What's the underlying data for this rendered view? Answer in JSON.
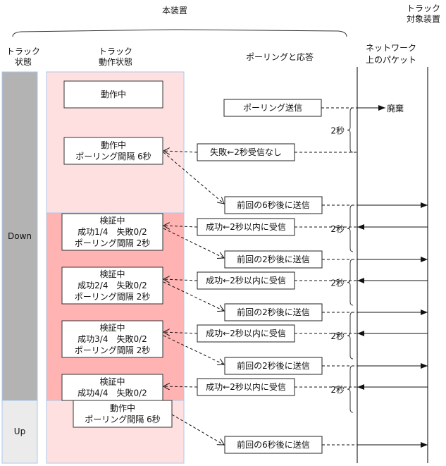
{
  "headers": {
    "device": "本装置",
    "target_line1": "トラック",
    "target_line2": "対象装置",
    "track_state_line1": "トラック",
    "track_state_line2": "状態",
    "track_op_line1": "トラック",
    "track_op_line2": "動作状態",
    "polling": "ポーリングと応答",
    "network_line1": "ネットワーク",
    "network_line2": "上のパケット"
  },
  "colors": {
    "down_fill": "#b3b3b3",
    "up_fill": "#ebebeb",
    "running_fill": "#ffe0e0",
    "verifying_fill": "#ffb3b3",
    "column_border": "#a8c8ec"
  },
  "track_states": [
    {
      "label": "Down"
    },
    {
      "label": "Up"
    }
  ],
  "state_boxes": [
    {
      "lines": [
        "動作中"
      ]
    },
    {
      "lines": [
        "動作中",
        "ポーリング間隔 6秒"
      ]
    },
    {
      "lines": [
        "検証中",
        "成功1/4　失敗0/2",
        "ポーリング間隔 2秒"
      ]
    },
    {
      "lines": [
        "検証中",
        "成功2/4　失敗0/2",
        "ポーリング間隔 2秒"
      ]
    },
    {
      "lines": [
        "検証中",
        "成功3/4　失敗0/2",
        "ポーリング間隔 2秒"
      ]
    },
    {
      "lines": [
        "検証中",
        "成功4/4　失敗0/2"
      ]
    },
    {
      "lines": [
        "動作中",
        "ポーリング間隔 6秒"
      ]
    }
  ],
  "events": [
    {
      "label": "ポーリング送信"
    },
    {
      "label": "失敗←2秒受信なし"
    },
    {
      "label": "前回の6秒後に送信"
    },
    {
      "label": "成功←2秒以内に受信"
    },
    {
      "label": "前回の2秒後に送信"
    },
    {
      "label": "成功←2秒以内に受信"
    },
    {
      "label": "前回の2秒後に送信"
    },
    {
      "label": "成功←2秒以内に受信"
    },
    {
      "label": "前回の2秒後に送信"
    },
    {
      "label": "成功←2秒以内に受信"
    },
    {
      "label": "前回の6秒後に送信"
    }
  ],
  "discard_label": "廃棄",
  "intervals": [
    "2秒",
    "2秒",
    "2秒",
    "2秒",
    "2秒"
  ]
}
